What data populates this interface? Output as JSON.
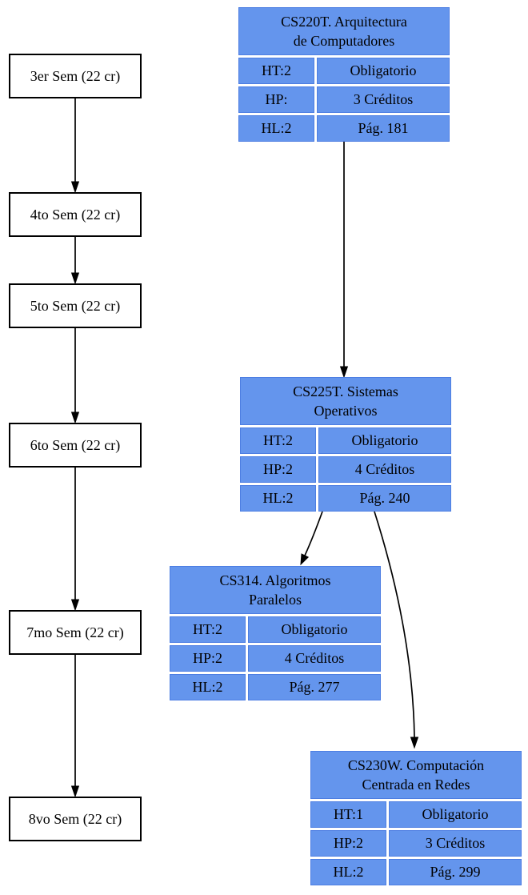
{
  "diagram": {
    "colors": {
      "card_fill": "#6495ED",
      "card_cell_border": "#4d7ee2",
      "semester_box_fill": "#ffffff",
      "semester_box_border": "#000000",
      "edge_color": "#000000",
      "text_color": "#000000",
      "background": "#ffffff"
    },
    "semesters": [
      {
        "id": "sem3",
        "label": "3er Sem (22 cr)"
      },
      {
        "id": "sem4",
        "label": "4to Sem (22 cr)"
      },
      {
        "id": "sem5",
        "label": "5to Sem (22 cr)"
      },
      {
        "id": "sem6",
        "label": "6to Sem (22 cr)"
      },
      {
        "id": "sem7",
        "label": "7mo Sem (22 cr)"
      },
      {
        "id": "sem8",
        "label": "8vo Sem (22 cr)"
      }
    ],
    "courses": [
      {
        "id": "cs220t",
        "title_lines": [
          "CS220T. Arquitectura",
          "de Computadores"
        ],
        "rows": [
          {
            "left": "HT:2",
            "right": "Obligatorio"
          },
          {
            "left": "HP:",
            "right": "3 Créditos"
          },
          {
            "left": "HL:2",
            "right": "Pág. 181"
          }
        ]
      },
      {
        "id": "cs225t",
        "title_lines": [
          "CS225T. Sistemas",
          "Operativos"
        ],
        "rows": [
          {
            "left": "HT:2",
            "right": "Obligatorio"
          },
          {
            "left": "HP:2",
            "right": "4 Créditos"
          },
          {
            "left": "HL:2",
            "right": "Pág. 240"
          }
        ]
      },
      {
        "id": "cs314",
        "title_lines": [
          "CS314. Algoritmos",
          "Paralelos"
        ],
        "rows": [
          {
            "left": "HT:2",
            "right": "Obligatorio"
          },
          {
            "left": "HP:2",
            "right": "4 Créditos"
          },
          {
            "left": "HL:2",
            "right": "Pág. 277"
          }
        ]
      },
      {
        "id": "cs230w",
        "title_lines": [
          "CS230W. Computación",
          "Centrada en Redes"
        ],
        "rows": [
          {
            "left": "HT:1",
            "right": "Obligatorio"
          },
          {
            "left": "HP:2",
            "right": "3 Créditos"
          },
          {
            "left": "HL:2",
            "right": "Pág. 299"
          }
        ]
      }
    ],
    "edges": [
      {
        "from": "sem3",
        "to": "sem4"
      },
      {
        "from": "sem4",
        "to": "sem5"
      },
      {
        "from": "sem5",
        "to": "sem6"
      },
      {
        "from": "sem6",
        "to": "sem7"
      },
      {
        "from": "sem7",
        "to": "sem8"
      },
      {
        "from": "cs220t",
        "to": "cs225t"
      },
      {
        "from": "cs225t",
        "to": "cs314"
      },
      {
        "from": "cs225t",
        "to": "cs230w"
      }
    ]
  }
}
